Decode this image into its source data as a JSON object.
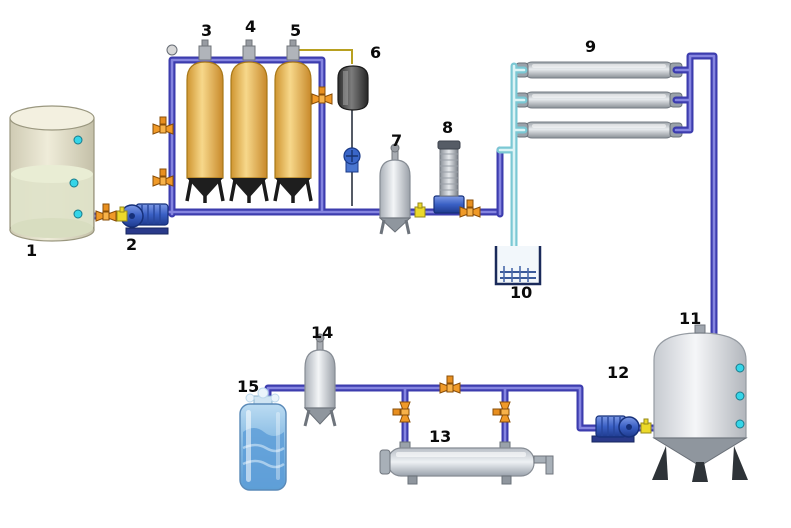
{
  "diagram": {
    "labels": {
      "raw_water_tank": "1",
      "feed_pump": "2",
      "filter_vessel_1": "3",
      "filter_vessel_2": "4",
      "filter_vessel_3": "5",
      "chemical_tank": "6",
      "precision_filter": "7",
      "high_pressure_pump": "8",
      "ro_membranes": "9",
      "drain_tank": "10",
      "storage_tank": "11",
      "distribution_pump": "12",
      "uv_sterilizer": "13",
      "post_filter": "14",
      "water_bottle": "15"
    },
    "colors": {
      "pipe_blue": "#3c3cae",
      "pipe_blue_light": "#8585e0",
      "pipe_cyan": "#7bc8d4",
      "vessel_yellow": "#f0c060",
      "valve_orange": "#f09a28",
      "fitting_yellow": "#ecd92a",
      "pump_blue": "#2f55b8",
      "sensor_cyan": "#35d5e8"
    }
  }
}
